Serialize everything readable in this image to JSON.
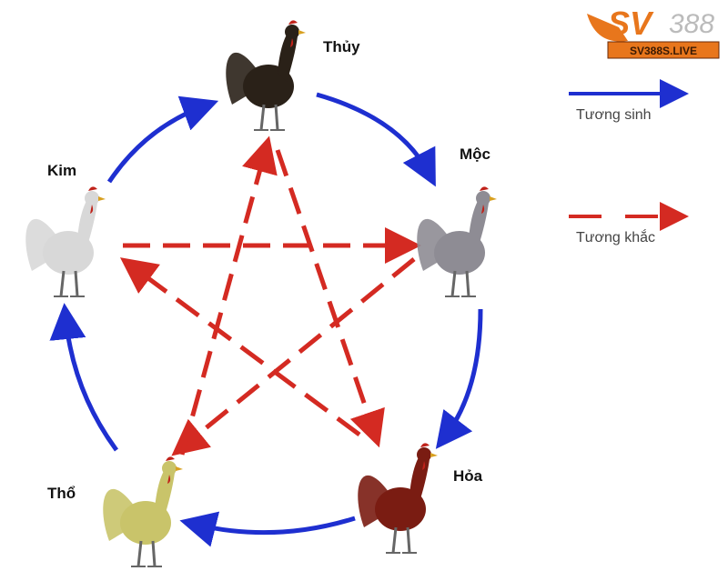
{
  "logo": {
    "brand": "SV388",
    "banner": "SV388S.LIVE"
  },
  "legend": {
    "generating": "Tương sinh",
    "overcoming": "Tương khắc"
  },
  "elements": [
    {
      "name": "Thủy",
      "color": "#2a2118"
    },
    {
      "name": "Mộc",
      "color": "#8e8c94"
    },
    {
      "name": "Hỏa",
      "color": "#7a1c12"
    },
    {
      "name": "Thổ",
      "color": "#c9c46a"
    },
    {
      "name": "Kim",
      "color": "#d8d8d8"
    }
  ],
  "colors": {
    "generating": "#1e2fd0",
    "overcoming": "#d42a22",
    "logo_orange": "#e8761c"
  }
}
